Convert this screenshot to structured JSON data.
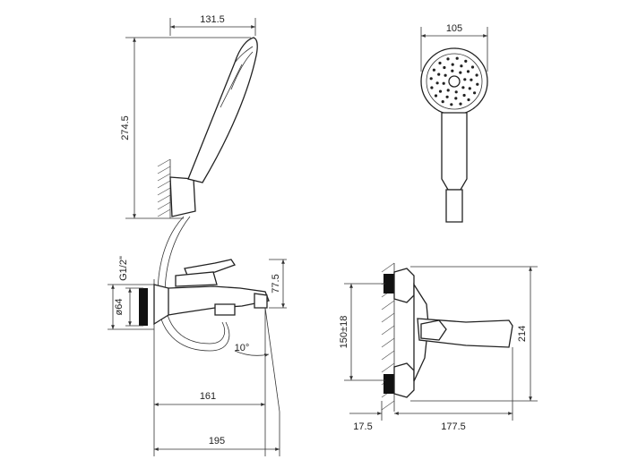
{
  "colors": {
    "line": "#222222",
    "wall": "#555555",
    "thread": "#111111",
    "background": "#ffffff"
  },
  "dimensions": {
    "hand_shower_width": "131.5",
    "hand_shower_height": "274.5",
    "head_diameter": "105",
    "inlet_thread": "G1/2\"",
    "escutcheon_diameter": "ø64",
    "spout_height": "77.5",
    "spout_angle": "10°",
    "wall_to_spout": "161",
    "overall_length": "195",
    "inlet_centers": "150±18",
    "mixer_height": "214",
    "wall_offset": "17.5",
    "mixer_depth": "177.5"
  }
}
